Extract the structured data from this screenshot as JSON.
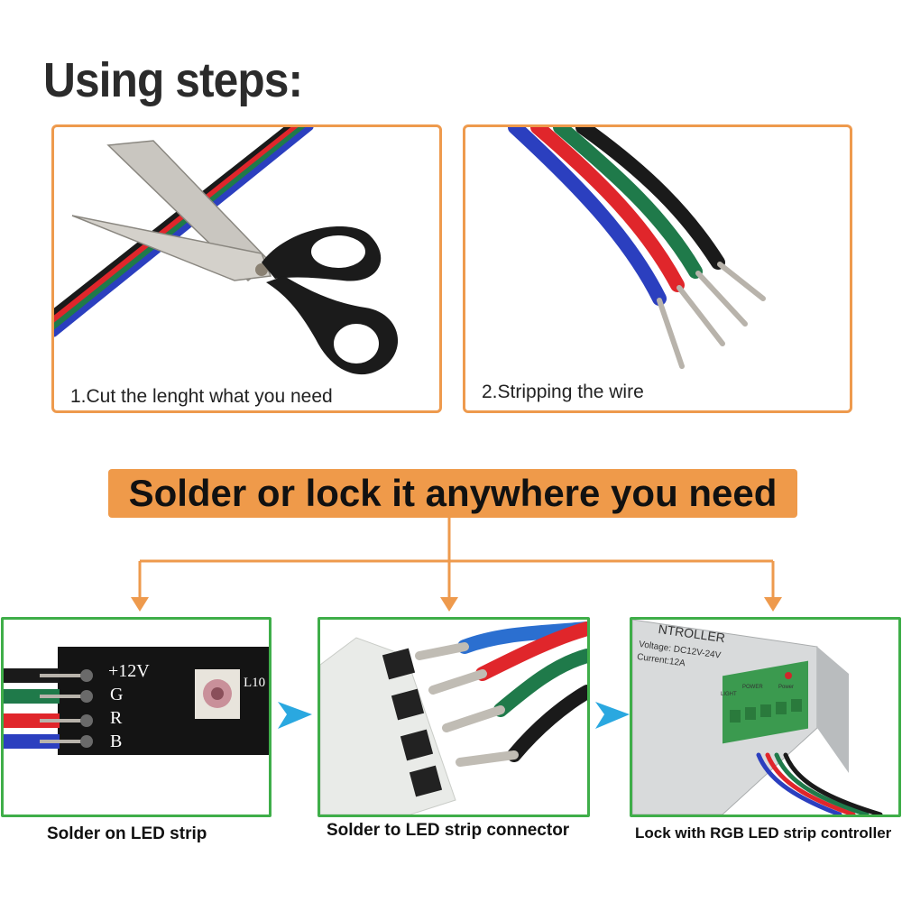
{
  "title": "Using steps:",
  "steps": [
    {
      "caption": "1.Cut the lenght what you need",
      "illustration": "scissors-cutting-wire"
    },
    {
      "caption": "2.Stripping the wire",
      "illustration": "stripped-rgb-wires"
    }
  ],
  "banner": {
    "label": "Solder or lock it anywhere you need"
  },
  "options": [
    {
      "label": "Solder on LED strip",
      "pcb_labels": [
        "+12V",
        "G",
        "R",
        "B"
      ],
      "chip_label": "L10"
    },
    {
      "label": "Solder to LED strip connector"
    },
    {
      "label": "Lock with RGB LED strip controller",
      "device_text": [
        "NTROLLER",
        "Voltage: DC12V-24V",
        "Current:12A",
        "POWER",
        "LIGHT",
        "Power"
      ]
    }
  ],
  "colors": {
    "orange": "#ee9a4d",
    "green": "#3fae49",
    "wire_blue": "#2b3fbf",
    "wire_red": "#e0262b",
    "wire_green": "#1f7a4a",
    "wire_black": "#1a1a1a",
    "arrow_blue": "#2aa8e0"
  }
}
